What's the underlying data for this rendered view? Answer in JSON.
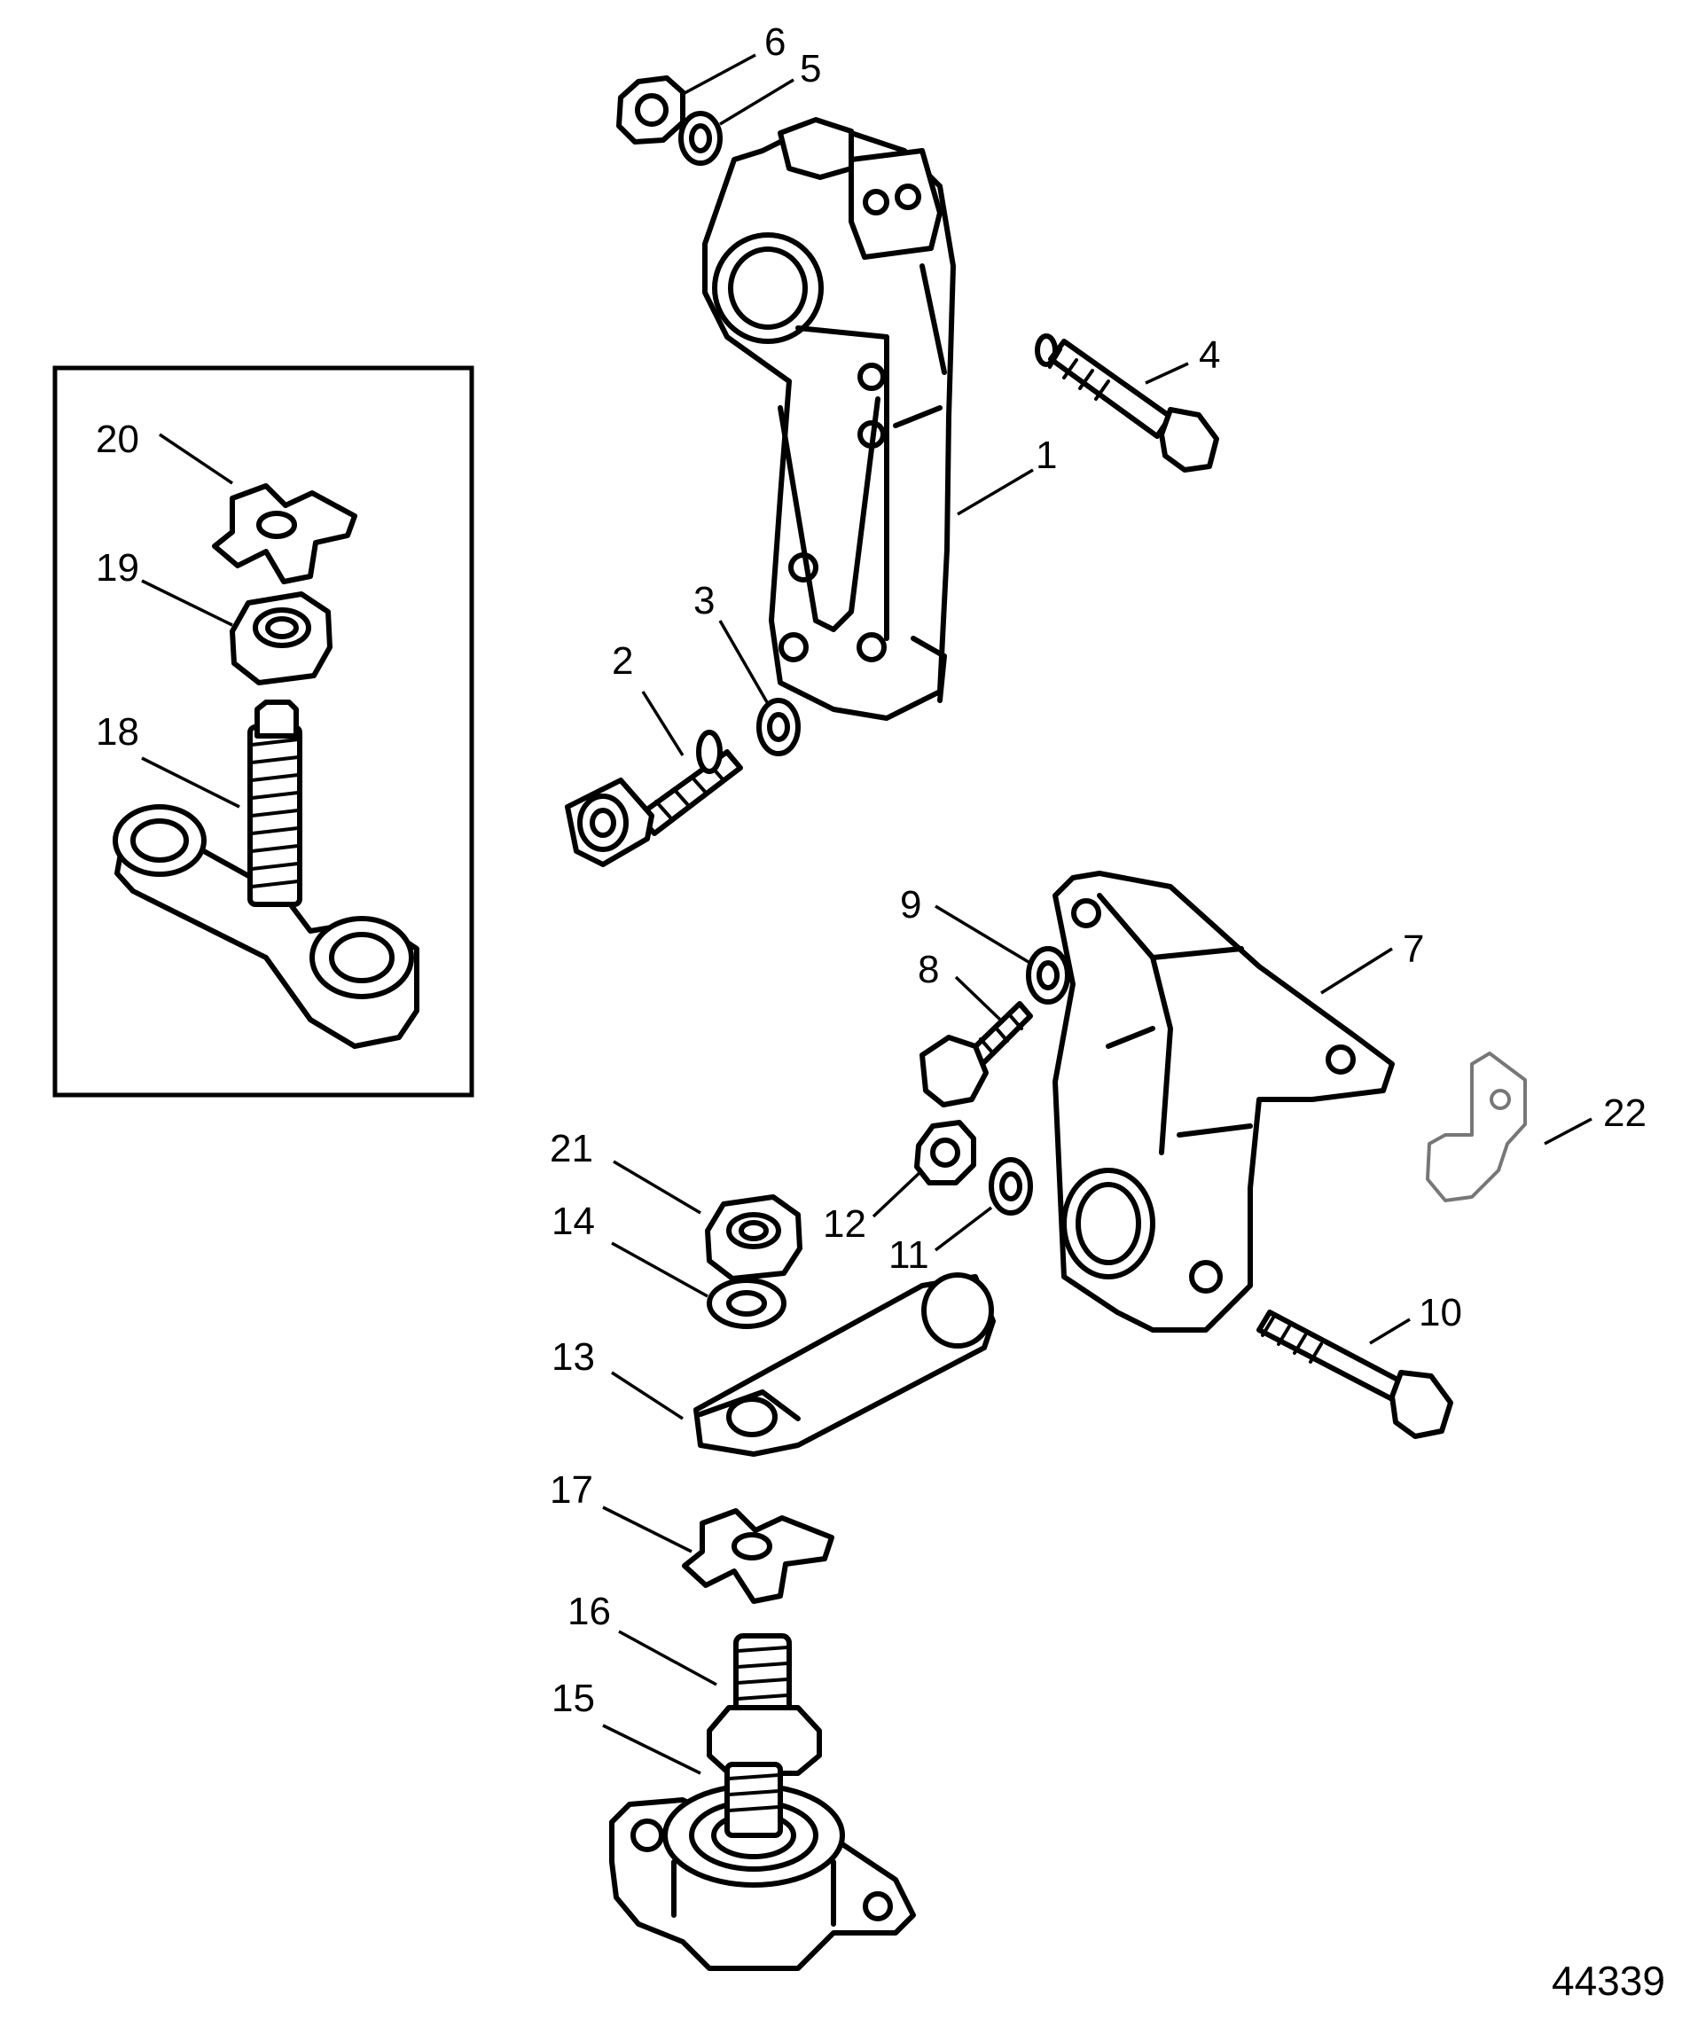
{
  "diagram": {
    "figure_number": "44339",
    "callouts": [
      "1",
      "2",
      "3",
      "4",
      "5",
      "6",
      "7",
      "8",
      "9",
      "10",
      "11",
      "12",
      "13",
      "14",
      "15",
      "16",
      "17",
      "18",
      "19",
      "20",
      "21",
      "22"
    ]
  },
  "colors": {
    "ink": "#000000",
    "paper": "#ffffff",
    "clamp_outline": "#777777"
  }
}
